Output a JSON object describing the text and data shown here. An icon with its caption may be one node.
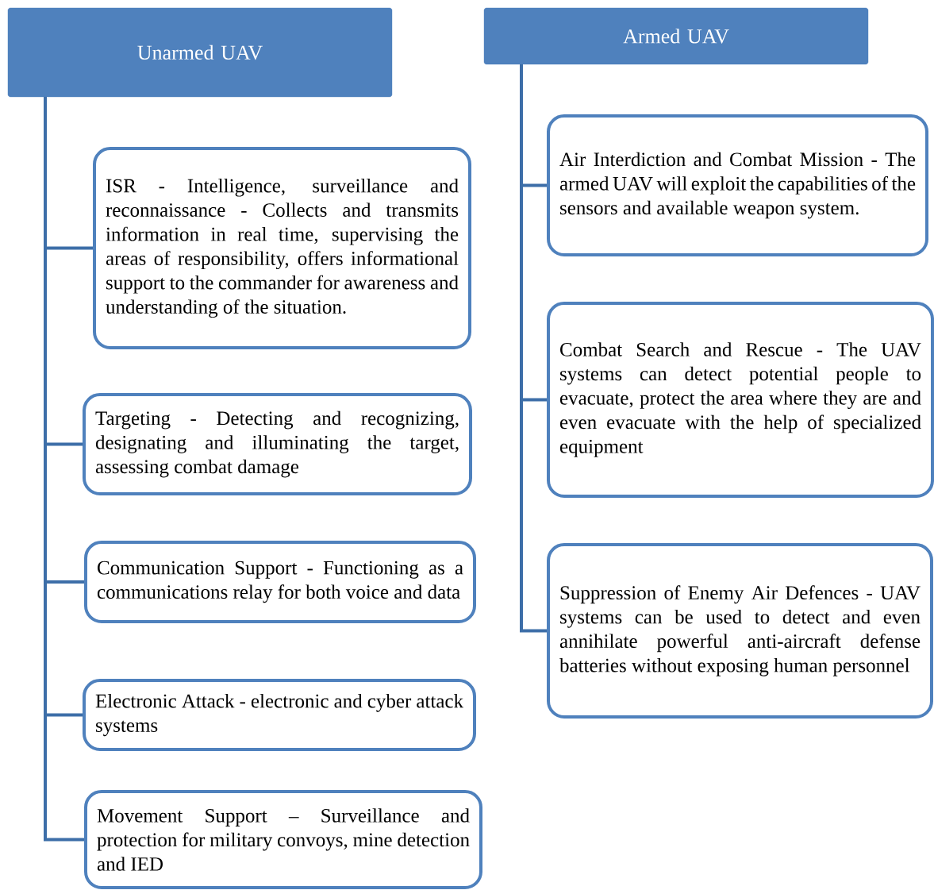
{
  "diagram": {
    "nodes": [
      {
        "text": [
          "Unarmed UAV"
        ]
      },
      {
        "text": [
          "Armed UAV"
        ]
      },
      {
        "text": [
          "ISR - Intelligence, surveillance and reconnaissance - Collects and transmits information in real time, supervising the areas of responsibility, offers informational support to the commander for awareness and understanding of the situation."
        ]
      },
      {
        "text": [
          "Targeting - Detecting and recognizing, designating and illuminating the target, assessing combat damage"
        ]
      },
      {
        "text": [
          "Communication Support - Functioning as a communications relay for both voice and data"
        ]
      },
      {
        "text": [
          "Electronic Attack - electronic and cyber attack systems"
        ]
      },
      {
        "text": [
          "Movement Support – Surveillance and protection for military convoys, mine detection and IED"
        ]
      },
      {
        "text": [
          "Air Interdiction and Combat Mission - The armed UAV will exploit the capabilities of the sensors and available weapon system."
        ]
      },
      {
        "text": [
          "Combat Search and Rescue - The UAV systems can detect potential people to evacuate, protect the area where they are and even evacuate with the help of specialized equipment"
        ]
      },
      {
        "text": [
          "Suppression of Enemy Air Defences - UAV systems can be used to detect and even annihilate powerful anti-aircraft defense batteries without exposing human personnel"
        ]
      }
    ],
    "edges": [
      {
        "from": 0,
        "to": 2,
        "arrow": "none"
      },
      {
        "from": 0,
        "to": 3,
        "arrow": "none"
      },
      {
        "from": 0,
        "to": 4,
        "arrow": "none"
      },
      {
        "from": 0,
        "to": 5,
        "arrow": "none"
      },
      {
        "from": 0,
        "to": 6,
        "arrow": "none"
      },
      {
        "from": 1,
        "to": 7,
        "arrow": "none"
      },
      {
        "from": 1,
        "to": 8,
        "arrow": "none"
      },
      {
        "from": 1,
        "to": 9,
        "arrow": "none"
      }
    ]
  }
}
